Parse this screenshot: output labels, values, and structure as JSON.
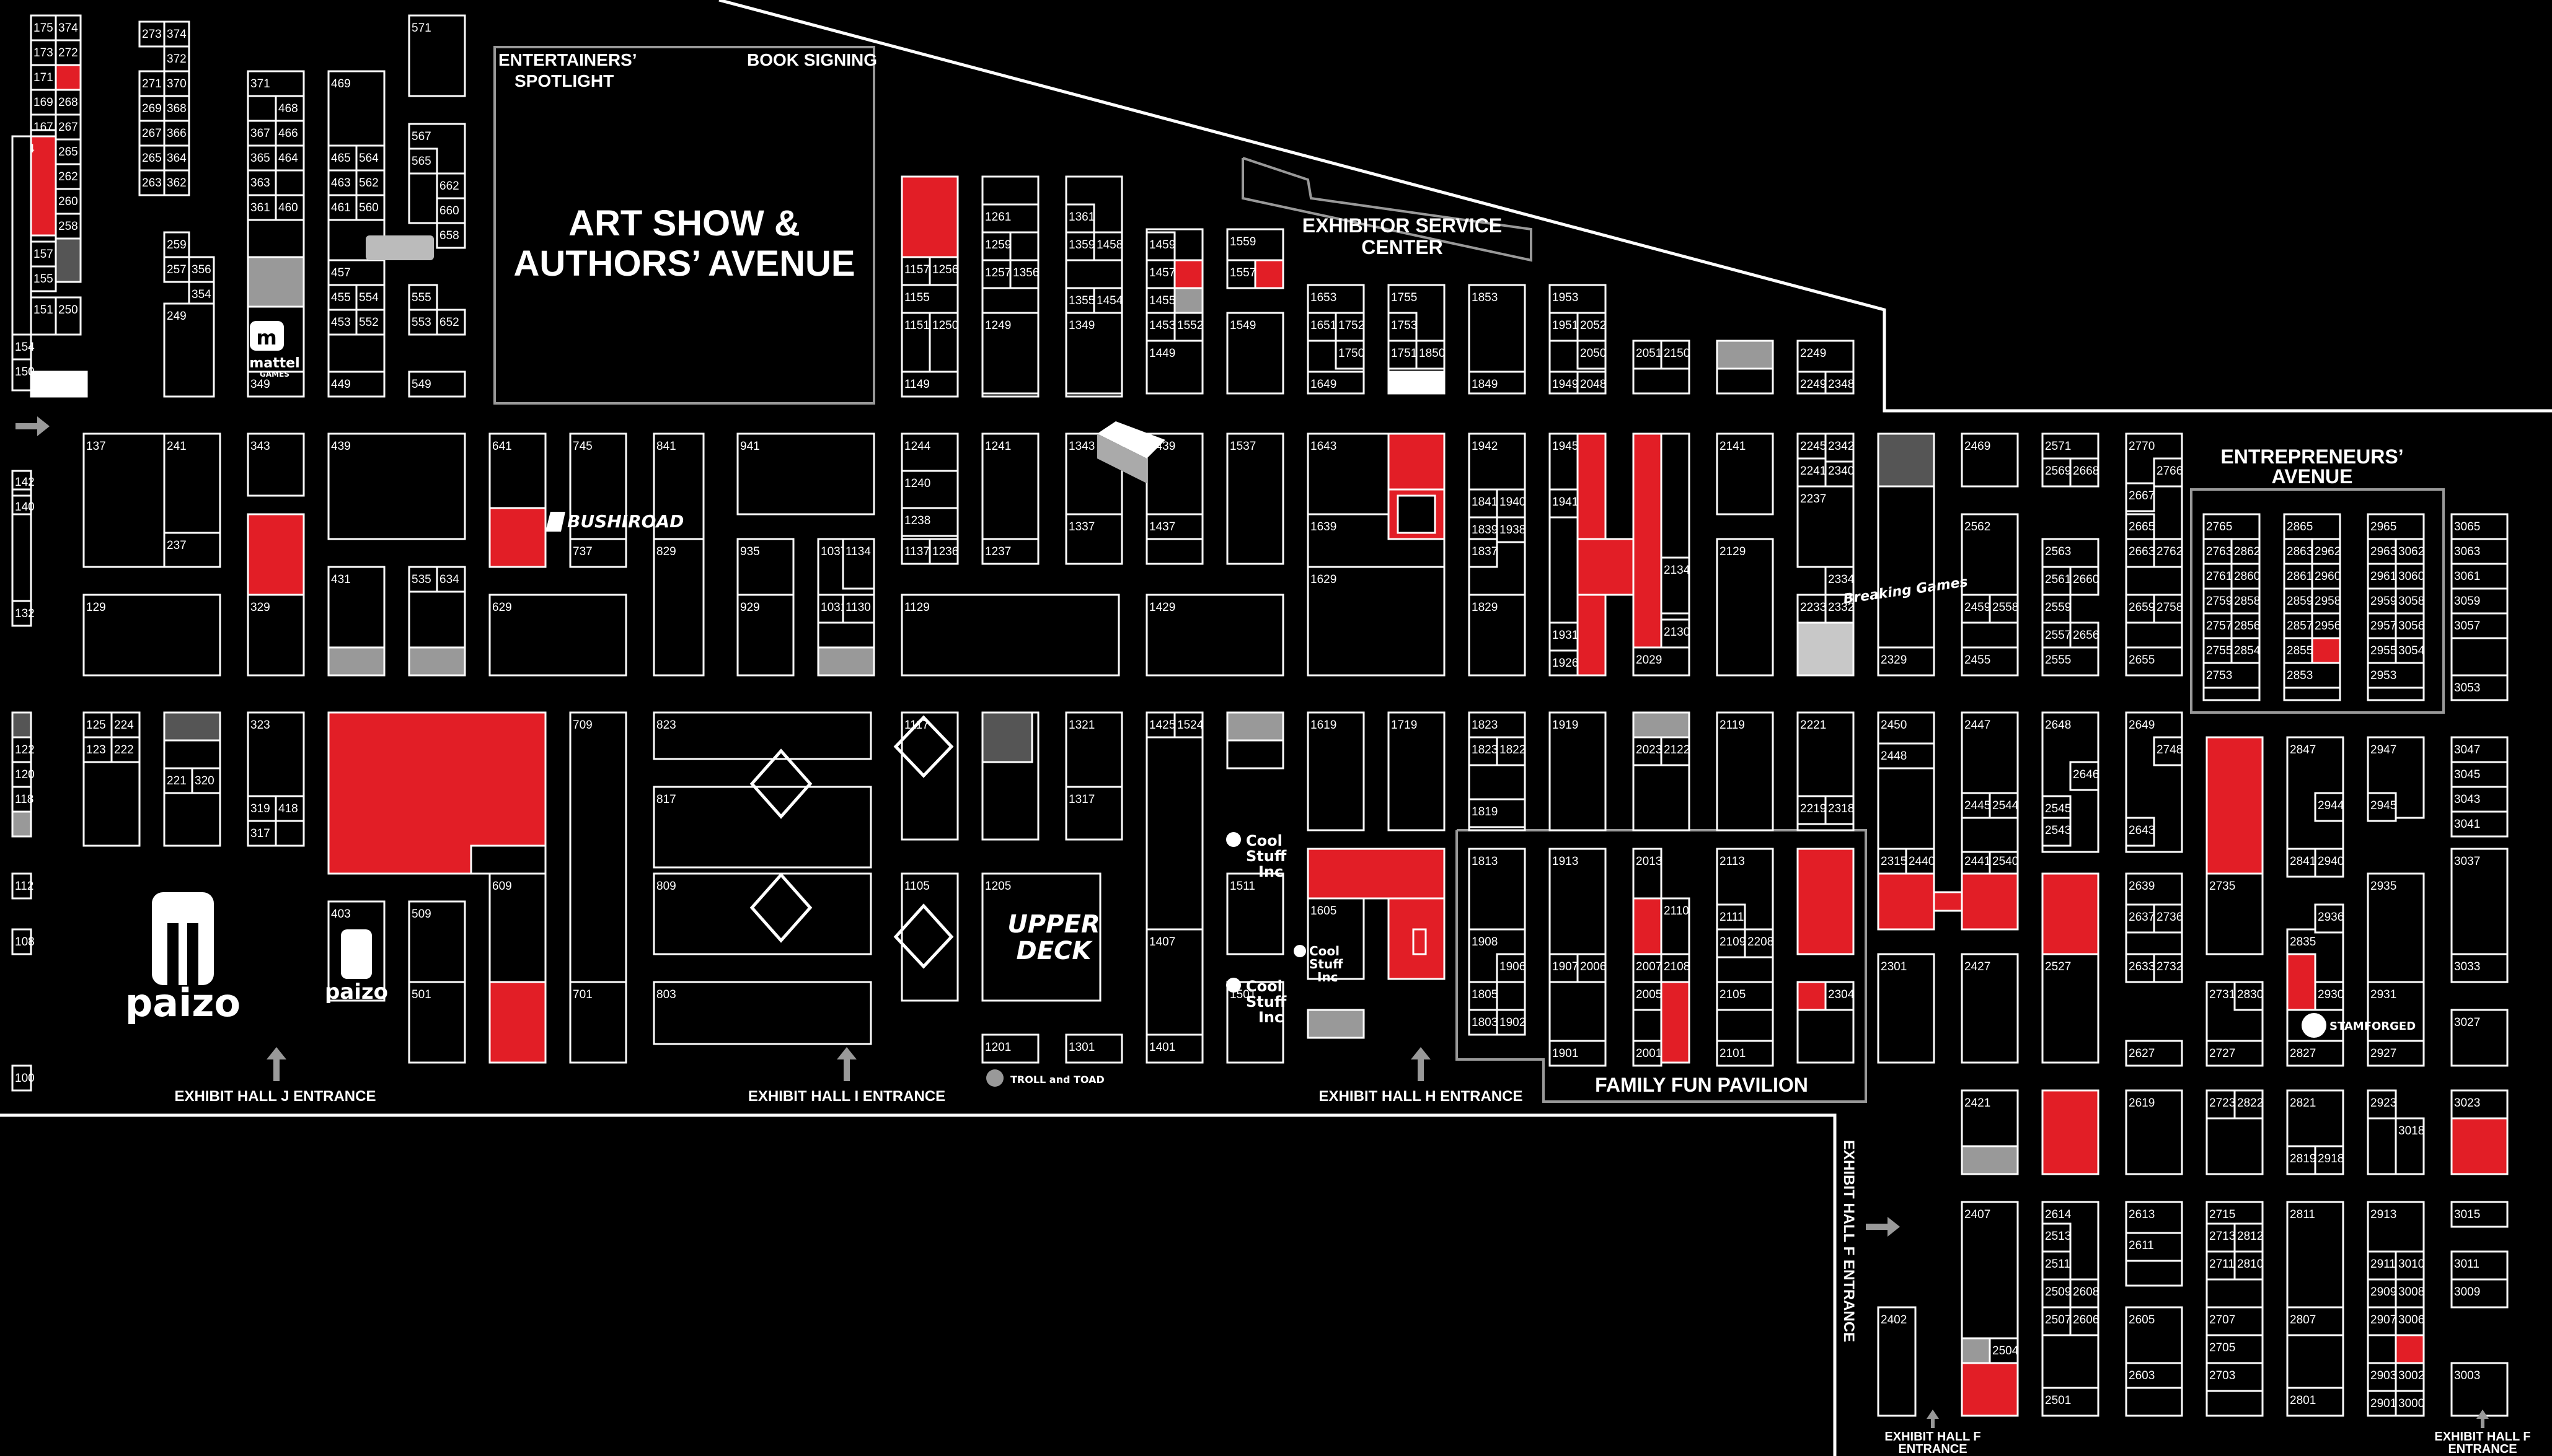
{
  "map": {
    "areas": {
      "art_show": "ART SHOW &",
      "authors_avenue": "AUTHORS’ AVENUE",
      "entertainers_1": "ENTERTAINERS’",
      "entertainers_2": "SPOTLIGHT",
      "book_signing": "BOOK SIGNING",
      "exhibitor_service_1": "EXHIBITOR SERVICE",
      "exhibitor_service_2": "CENTER",
      "entrepreneurs_1": "ENTREPRENEURS’",
      "entrepreneurs_2": "AVENUE",
      "family_fun": "FAMILY FUN PAVILION"
    },
    "entrances": {
      "hall_j": "EXHIBIT HALL J ENTRANCE",
      "hall_i": "EXHIBIT HALL I ENTRANCE",
      "hall_h": "EXHIBIT HALL H ENTRANCE",
      "hall_f_side": "EXHIBIT HALL F ENTRANCE",
      "hall_f_bottom_1": "EXHIBIT HALL F",
      "hall_f_bottom_2": "ENTRANCE",
      "hall_f_right_1": "EXHIBIT HALL F",
      "hall_f_right_2": "ENTRANCE"
    },
    "logos": {
      "paizo_large": "paizo",
      "paizo_small": "paizo",
      "mattel_1": "mattel",
      "mattel_2": "GAMES",
      "bushiroad": "BUSHIROAD",
      "upper_deck_1": "UPPER",
      "upper_deck_2": "DECK",
      "coolstuff_1": "Cool",
      "coolstuff_2": "Stuff",
      "coolstuff_3": "Inc",
      "breaking_games": "Breaking Games",
      "troll_and_toad": "TROLL and TOAD",
      "stampforged": "STAMFORGED"
    },
    "legend_colors": {
      "highlight": "#e21e26",
      "booth_fill": "#000000",
      "booth_line": "#ffffff",
      "feature": "#999999"
    }
  }
}
